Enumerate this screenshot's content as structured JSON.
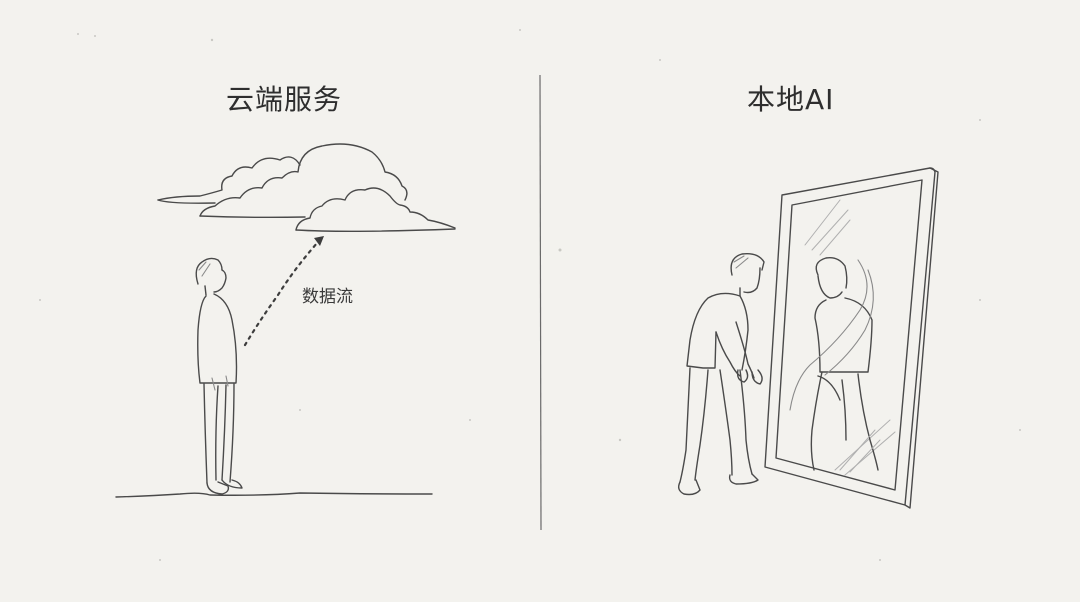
{
  "panels": {
    "left": {
      "title": "云端服务",
      "arrow_label": "数据流",
      "scene": "person-looking-up-at-clouds"
    },
    "right": {
      "title": "本地AI",
      "scene": "person-facing-mirror-reflection"
    }
  },
  "style": {
    "background": "#f3f2ee",
    "ink": "#4a4a4a",
    "text": "#2e2e2e"
  }
}
